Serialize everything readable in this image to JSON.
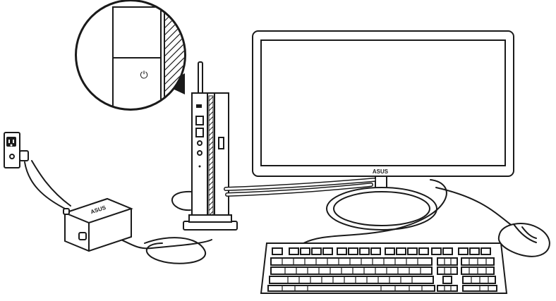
{
  "diagram": {
    "monitor_logo": "ASUS",
    "adapter_logo": "ASUS",
    "power_symbol": "⏻",
    "colors": {
      "line": "#1a1a1a",
      "accent": "#1a1a1a",
      "background": "#ffffff"
    },
    "components": [
      "outlet-icon",
      "power-adapter",
      "mini-pc",
      "monitor",
      "keyboard",
      "mouse",
      "zoom-callout"
    ]
  }
}
